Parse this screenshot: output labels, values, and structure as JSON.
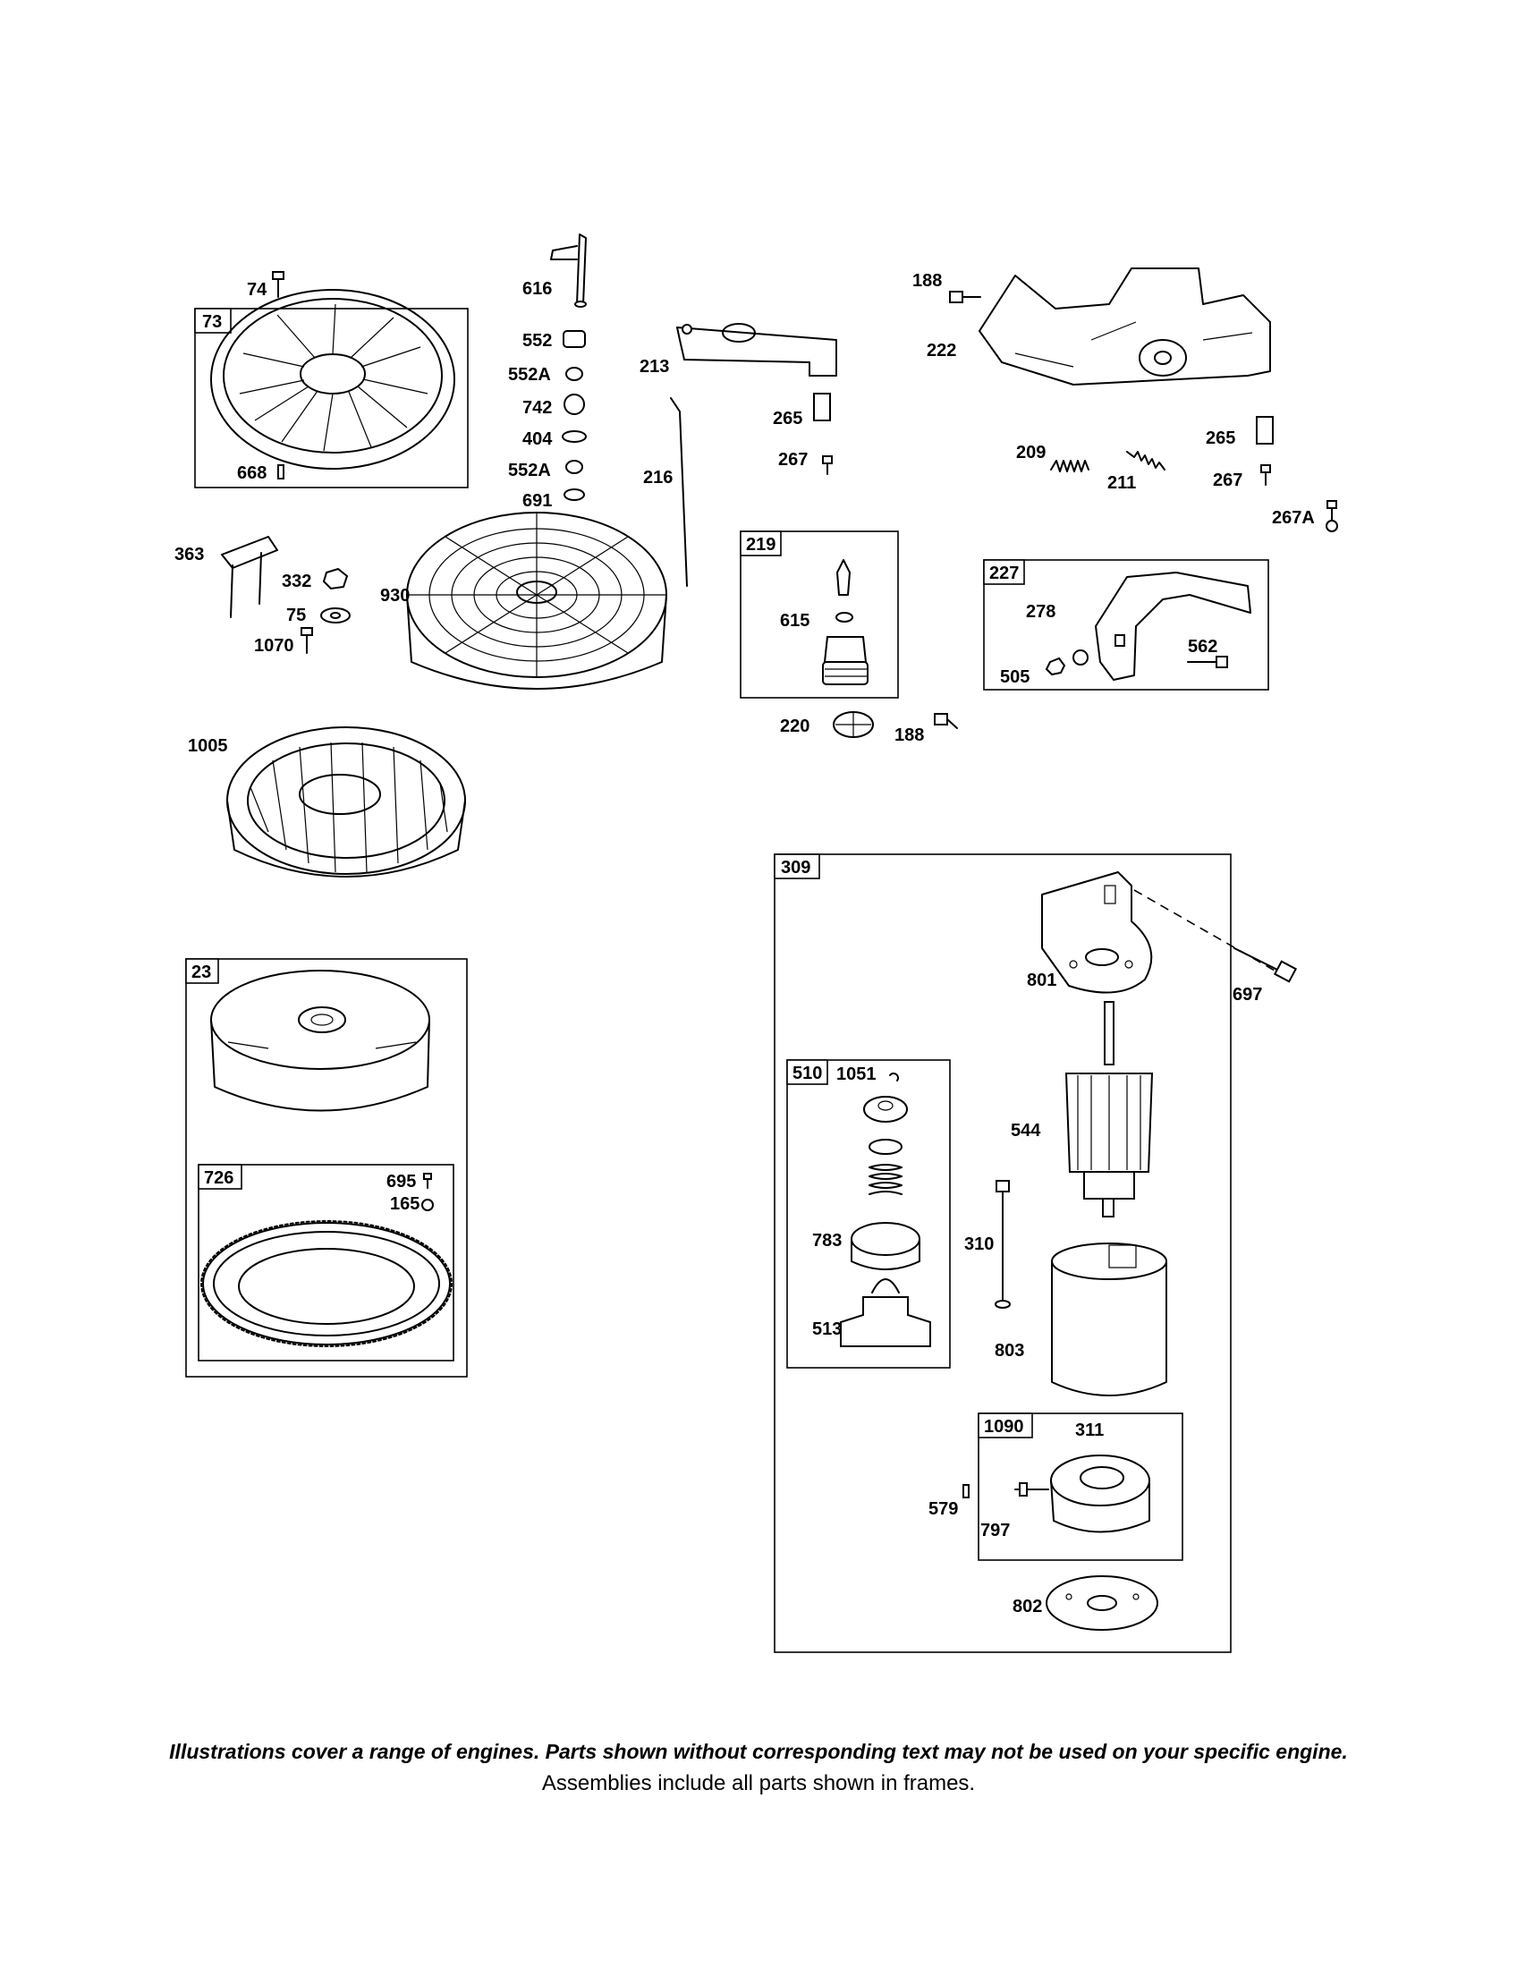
{
  "frames": [
    "73",
    "219",
    "227",
    "23",
    "726",
    "309",
    "510",
    "1090"
  ],
  "labels": [
    "74",
    "616",
    "552",
    "552A",
    "742",
    "404",
    "552A",
    "691",
    "668",
    "213",
    "216",
    "265",
    "267",
    "188",
    "222",
    "209",
    "211",
    "265",
    "267",
    "267A",
    "363",
    "332",
    "75",
    "1070",
    "930",
    "615",
    "220",
    "188",
    "278",
    "505",
    "562",
    "1005",
    "697",
    "801",
    "1051",
    "544",
    "783",
    "310",
    "513",
    "803",
    "311",
    "579",
    "797",
    "802",
    "695",
    "165"
  ],
  "footnote": {
    "line1": "Illustrations cover a range of engines. Parts shown without corresponding text may not be used on your specific engine.",
    "line2": "Assemblies include all parts shown in frames."
  }
}
